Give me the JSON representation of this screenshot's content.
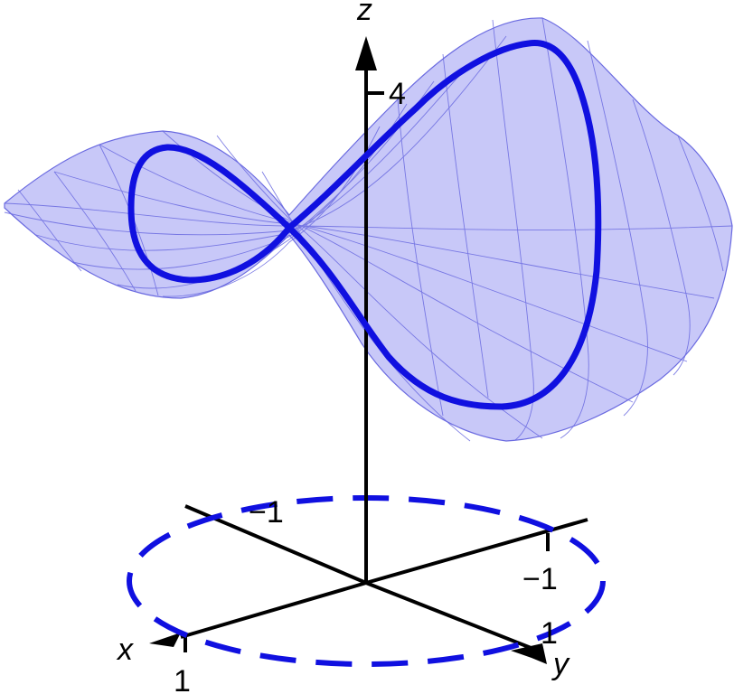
{
  "axes": {
    "x_label": "x",
    "y_label": "y",
    "z_label": "z"
  },
  "ticks": {
    "z_4": "4",
    "x_neg1": "−1",
    "x_1": "1",
    "y_neg1": "−1",
    "y_1": "1"
  },
  "colors": {
    "surface_fill": "#9b9bf2",
    "surface_mesh": "#6a6ae0",
    "curve": "#1010e0",
    "axis": "#000000"
  }
}
